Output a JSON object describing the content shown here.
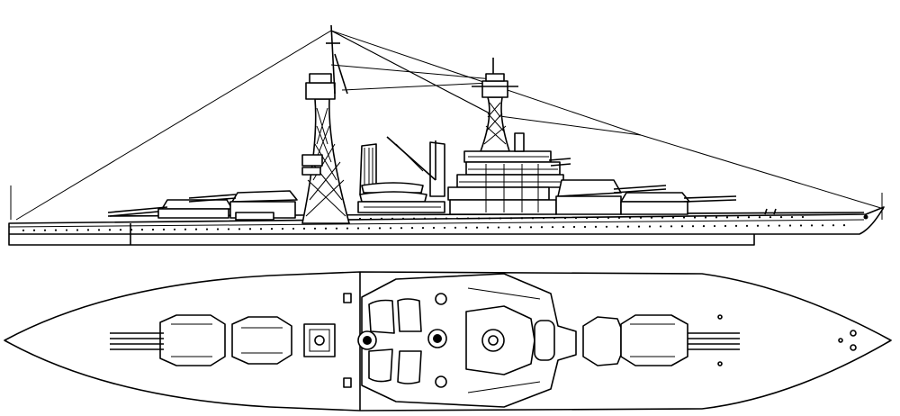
{
  "drawing": {
    "views": [
      {
        "view": "side-elevation"
      },
      {
        "view": "top-plan"
      }
    ],
    "side_elevation": {
      "turrets_fore": 2,
      "turrets_aft": 2,
      "lattice_masts": 2,
      "funnels": 1
    },
    "top_plan": {
      "turrets_fore": 2,
      "turrets_aft": 2
    },
    "line_color": "#000000",
    "background": "#ffffff"
  }
}
